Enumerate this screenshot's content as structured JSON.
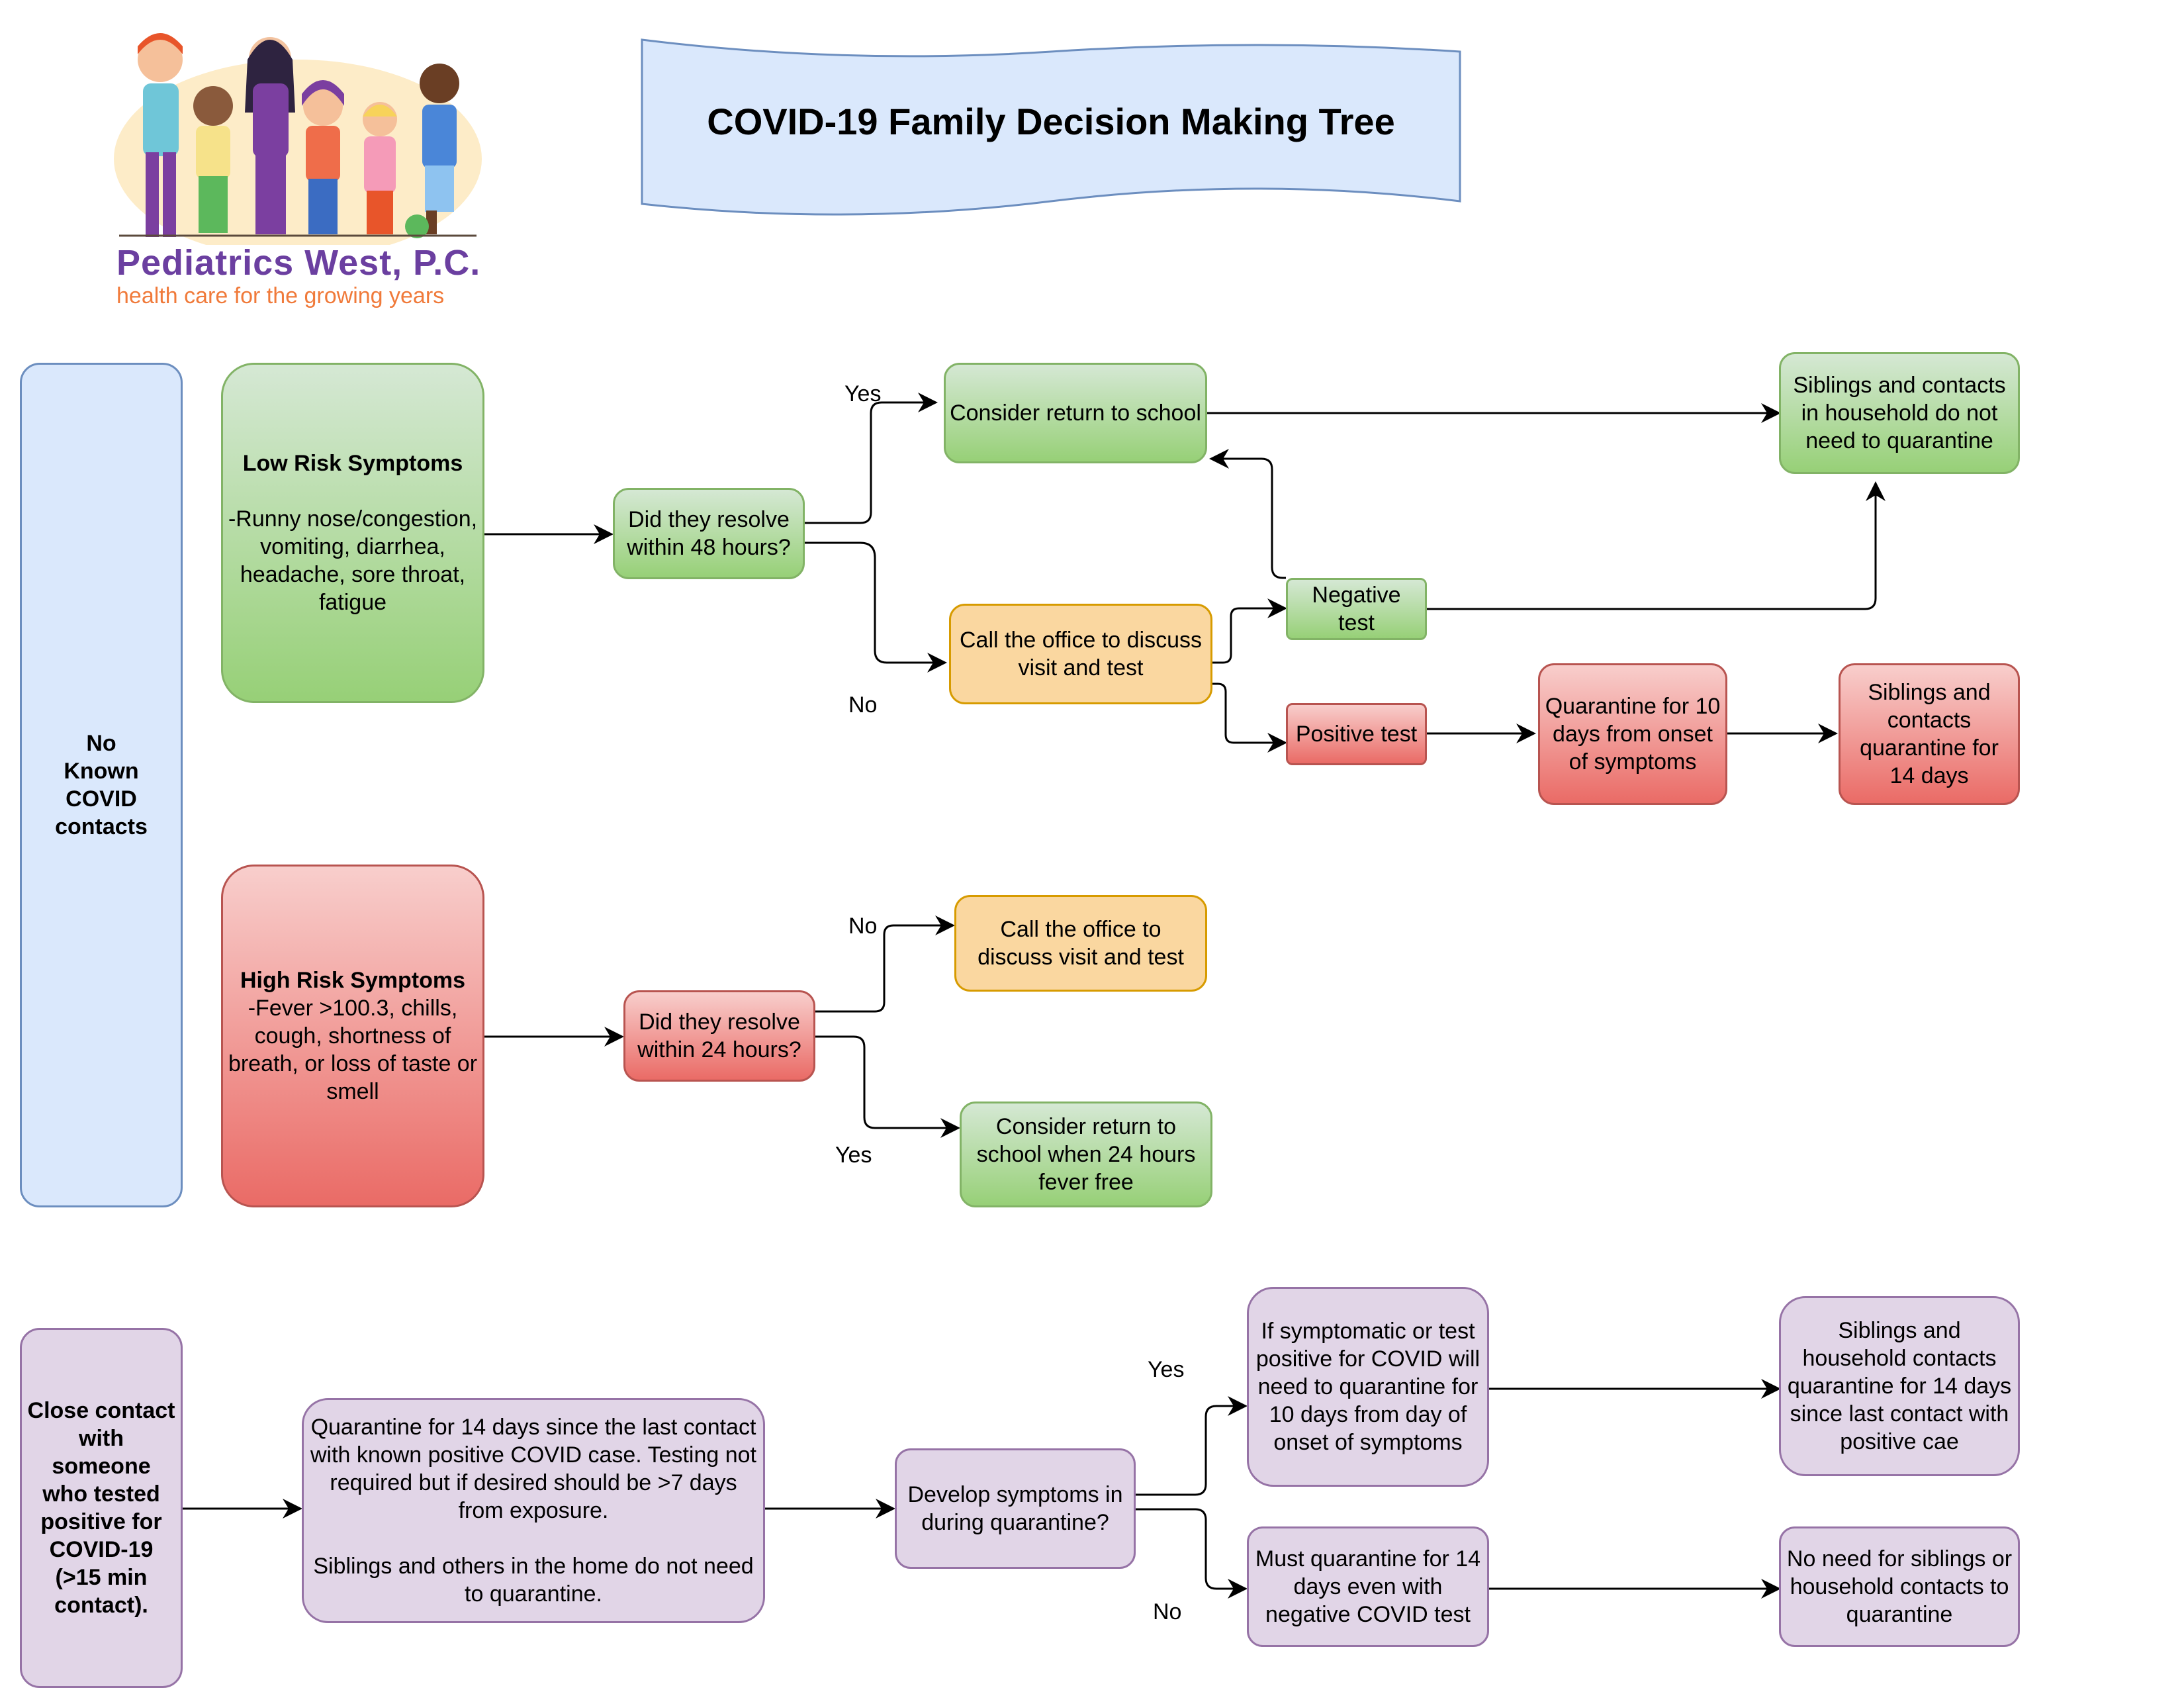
{
  "title": "COVID-19 Family Decision Making Tree",
  "logo": {
    "name": "Pediatrics West, P.C.",
    "tagline": "health care for the growing years"
  },
  "sections": {
    "no_known": "No Known COVID contacts",
    "close_contact": "Close contact with someone who tested positive for COVID-19 (>15 min contact)."
  },
  "low_risk": {
    "heading": "Low Risk Symptoms",
    "body": "-Runny nose/congestion, vomiting, diarrhea, headache, sore throat, fatigue",
    "question": "Did they resolve within 48 hours?",
    "yes_label": "Yes",
    "no_label": "No",
    "return_school": "Consider return to school",
    "siblings_no_quarantine": "Siblings and contacts in household do not need to quarantine",
    "call_office": "Call the office to discuss visit and test",
    "negative_test": "Negative test",
    "positive_test": "Positive test",
    "quarantine_10": "Quarantine for 10 days from onset of symptoms",
    "siblings_quarantine": "Siblings and contacts quarantine for 14 days"
  },
  "high_risk": {
    "heading": "High Risk Symptoms",
    "body": "-Fever >100.3, chills, cough, shortness of breath, or loss of taste or smell",
    "question": "Did they resolve within 24 hours?",
    "no_label": "No",
    "yes_label": "Yes",
    "call_office": "Call the office to discuss visit and test",
    "return_school": "Consider return to school when 24 hours fever free"
  },
  "contact": {
    "quarantine_line1": "Quarantine for 14 days since the last contact with known positive COVID case. Testing not required but if desired should be >7 days from exposure.",
    "quarantine_line2": "Siblings and others in the home do not need to quarantine.",
    "question": "Develop symptoms in during quarantine?",
    "yes_label": "Yes",
    "no_label": "No",
    "if_symptomatic": "If symptomatic or test positive for COVID will need to quarantine for 10 days from day of onset of symptoms",
    "siblings_quarantine": "Siblings and household contacts quarantine for 14 days since last contact with positive cae",
    "must_quarantine": "Must quarantine for 14 days even with negative COVID test",
    "no_need": "No need for siblings or household contacts to quarantine"
  },
  "colors": {
    "green_fill": "#d5e8d4",
    "red_fill": "#f8cecc",
    "orange_fill": "#fad7a0",
    "blue_fill": "#dae8fc",
    "purple_fill": "#e1d5e7",
    "logo_purple": "#6b3fa0",
    "logo_orange": "#f07a3a"
  }
}
